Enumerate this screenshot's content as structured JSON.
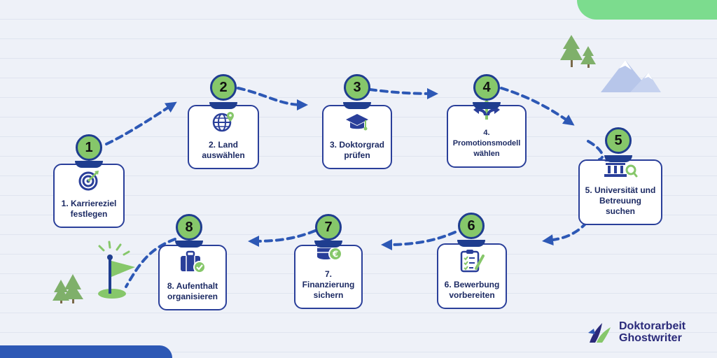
{
  "steps": [
    {
      "number": "1",
      "label": "1. Karriereziel festlegen",
      "icon": "target-icon"
    },
    {
      "number": "2",
      "label": "2. Land auswählen",
      "icon": "globe-pin-icon"
    },
    {
      "number": "3",
      "label": "3. Doktorgrad prüfen",
      "icon": "graduation-cap-icon"
    },
    {
      "number": "4",
      "label": "4. Promotionsmodell wählen",
      "icon": "direction-arrows-icon"
    },
    {
      "number": "5",
      "label": "5. Universität und Betreuung suchen",
      "icon": "university-search-icon"
    },
    {
      "number": "6",
      "label": "6. Bewerbung vorbereiten",
      "icon": "clipboard-checklist-icon"
    },
    {
      "number": "7",
      "label": "7. Finanzierung sichern",
      "icon": "coins-euro-icon"
    },
    {
      "number": "8",
      "label": "8. Aufenthalt organisieren",
      "icon": "suitcase-check-icon"
    }
  ],
  "logo": {
    "line1": "Doktorarbeit",
    "line2": "Ghostwriter"
  },
  "colors": {
    "primary": "#2a3f9a",
    "accent_green": "#86c76a",
    "path_blue": "#2d58b5",
    "text_dark": "#1c2a63"
  }
}
